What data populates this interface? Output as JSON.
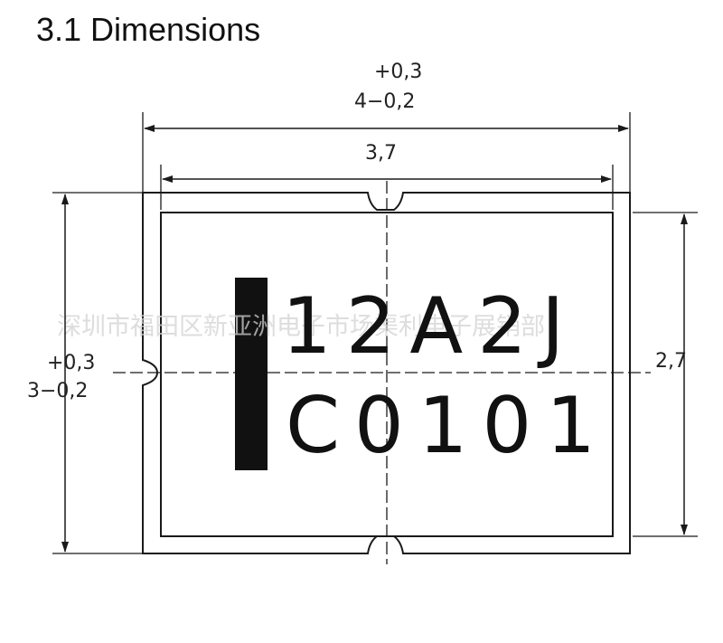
{
  "heading": "3.1 Dimensions",
  "width_dim": {
    "tol_upper": "+0,3",
    "nominal": "4−0,2"
  },
  "inner_width_dim": "3,7",
  "height_dim": {
    "tol_upper": "+0,3",
    "nominal": "3−0,2"
  },
  "inner_height_dim": "2,7",
  "marking": {
    "line1": "12A2J",
    "line2": "C0101"
  },
  "watermark": "深圳市福田区新亚洲电子市场渠利电子展销部",
  "colors": {
    "line": "#1a1a1a",
    "polarity_band": "#111111",
    "watermark": "#cccccc"
  }
}
